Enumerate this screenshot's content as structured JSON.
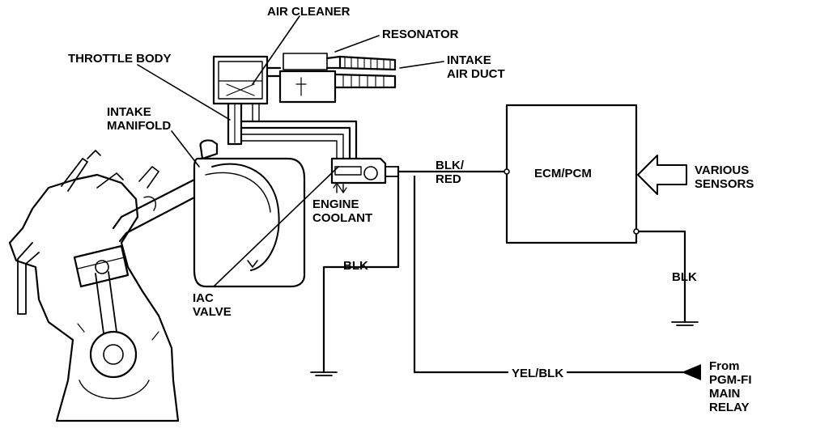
{
  "labels": {
    "air_cleaner": "AIR CLEANER",
    "resonator": "RESONATOR",
    "throttle_body": "THROTTLE BODY",
    "intake_air_duct": [
      "INTAKE",
      "AIR DUCT"
    ],
    "intake_manifold": [
      "INTAKE",
      "MANIFOLD"
    ],
    "engine_coolant": [
      "ENGINE",
      "COOLANT"
    ],
    "iac_valve": [
      "IAC",
      "VALVE"
    ],
    "blk_red": [
      "BLK/",
      "RED"
    ],
    "ecm_pcm": "ECM/PCM",
    "various_sensors": [
      "VARIOUS",
      "SENSORS"
    ],
    "blk_left": "BLK",
    "blk_right": "BLK",
    "yel_blk": "YEL/BLK",
    "from_relay": [
      "From",
      "PGM-FI",
      "MAIN",
      "RELAY"
    ]
  }
}
